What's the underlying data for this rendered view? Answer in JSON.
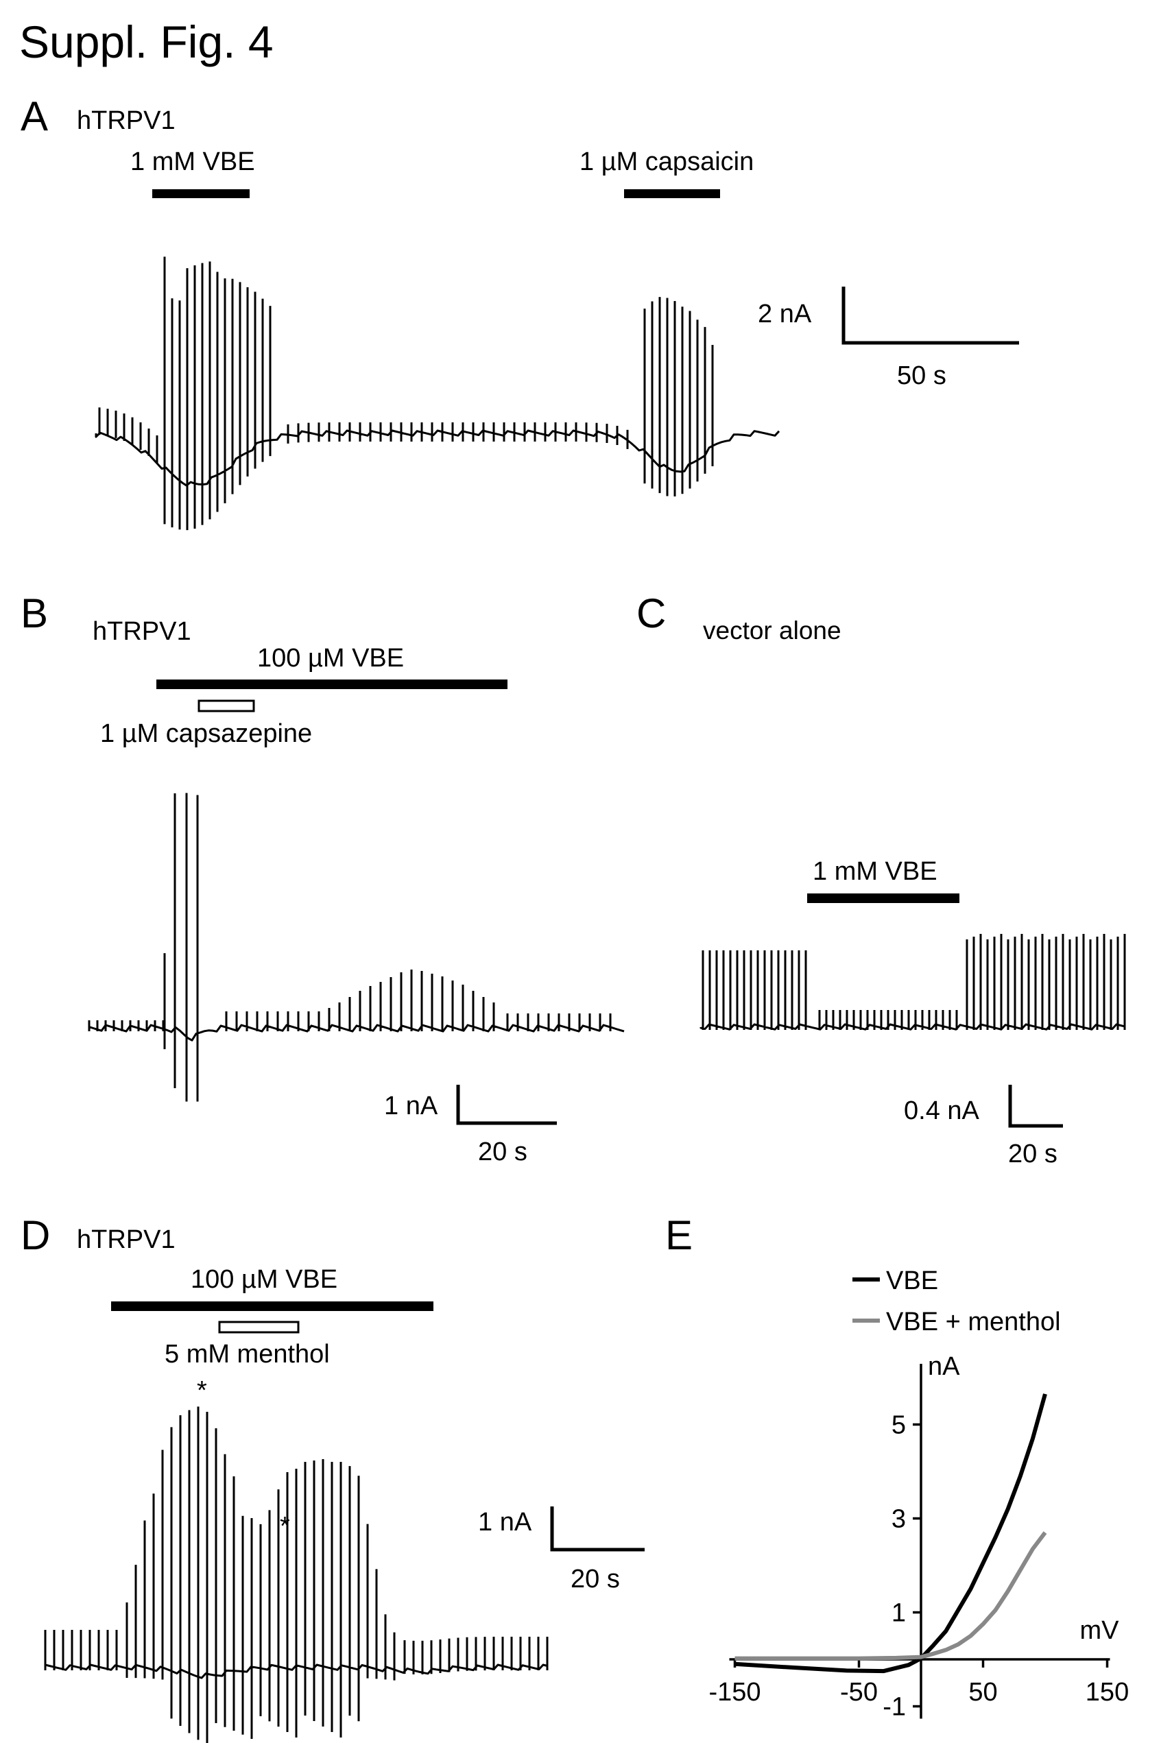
{
  "figure_title": "Suppl. Fig. 4",
  "panels": {
    "A": {
      "letter": "A",
      "construct": "hTRPV1",
      "app1": "1 mM VBE",
      "app2": "1 µM capsaicin",
      "scale_y": "2 nA",
      "scale_x": "50 s"
    },
    "B": {
      "letter": "B",
      "construct": "hTRPV1",
      "app1": "100 µM VBE",
      "app2": "1 µM capsazepine",
      "scale_y": "1 nA",
      "scale_x": "20 s"
    },
    "C": {
      "letter": "C",
      "construct": "vector alone",
      "app1": "1 mM VBE",
      "scale_y": "0.4 nA",
      "scale_x": "20 s"
    },
    "D": {
      "letter": "D",
      "construct": "hTRPV1",
      "app1": "100 µM VBE",
      "app2": "5 mM menthol",
      "marker": "*",
      "scale_y": "1 nA",
      "scale_x": "20 s"
    },
    "E": {
      "letter": "E"
    }
  },
  "chart_data": {
    "type": "line",
    "panel": "E",
    "xlabel": "mV",
    "ylabel": "nA",
    "xlim": [
      -150,
      150
    ],
    "ylim": [
      -1,
      6
    ],
    "xticks": [
      "-150",
      "-50",
      "50",
      "150"
    ],
    "yticks": [
      "-1",
      "1",
      "3",
      "5"
    ],
    "legend_position": "top-right",
    "series": [
      {
        "name": "VBE",
        "color": "#000000",
        "x": [
          -150,
          -100,
          -60,
          -30,
          -10,
          0,
          10,
          20,
          30,
          40,
          50,
          60,
          70,
          80,
          90,
          100
        ],
        "y": [
          -0.1,
          -0.18,
          -0.24,
          -0.25,
          -0.12,
          0.02,
          0.3,
          0.6,
          1.05,
          1.5,
          2.05,
          2.6,
          3.2,
          3.9,
          4.7,
          5.65
        ]
      },
      {
        "name": "VBE + menthol",
        "color": "#888888",
        "x": [
          -150,
          -100,
          -50,
          -20,
          0,
          10,
          20,
          30,
          40,
          50,
          60,
          70,
          80,
          90,
          100
        ],
        "y": [
          0.02,
          0.02,
          0.02,
          0.03,
          0.05,
          0.12,
          0.2,
          0.32,
          0.5,
          0.75,
          1.05,
          1.45,
          1.9,
          2.35,
          2.7
        ]
      }
    ]
  }
}
